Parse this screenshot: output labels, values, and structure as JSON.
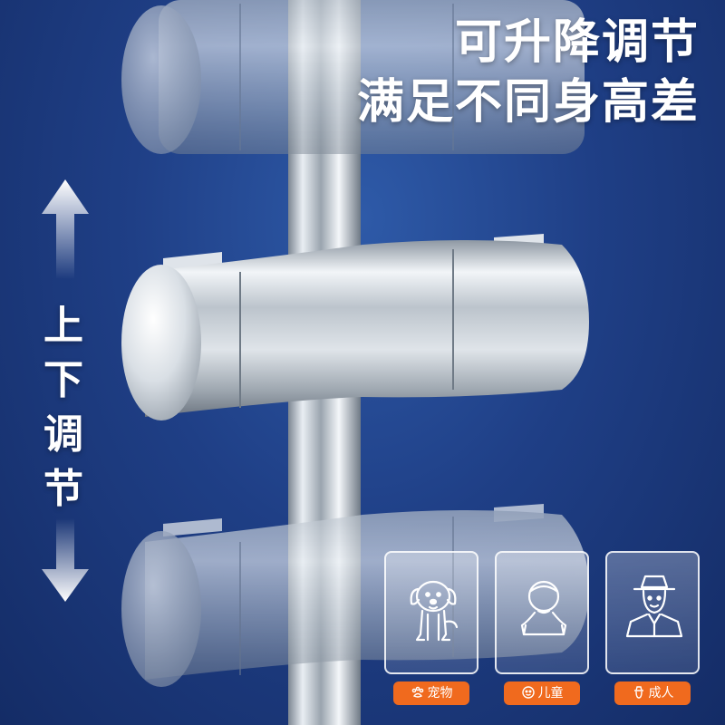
{
  "headline": {
    "line1": "可升降调节",
    "line2": "满足不同身高差"
  },
  "side_label": [
    "上",
    "下",
    "调",
    "节"
  ],
  "icons": {
    "up_arrow": "up-arrow-icon",
    "down_arrow": "down-arrow-icon"
  },
  "cards": [
    {
      "label": "宠物",
      "icon": "dog-icon",
      "tag_icon": "paw-icon"
    },
    {
      "label": "儿童",
      "icon": "child-icon",
      "tag_icon": "child-face-icon"
    },
    {
      "label": "成人",
      "icon": "adult-icon",
      "tag_icon": "adult-face-icon"
    }
  ],
  "colors": {
    "background": "#1f3f86",
    "tag": "#f06a1e",
    "text": "#ffffff"
  }
}
